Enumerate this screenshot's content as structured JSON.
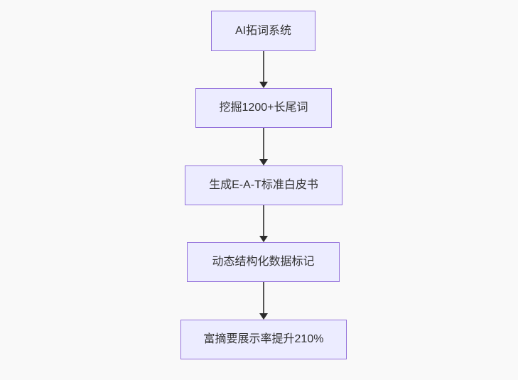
{
  "flowchart": {
    "type": "flowchart",
    "direction": "top-down",
    "nodes": [
      {
        "id": "A",
        "label": "AI拓词系统"
      },
      {
        "id": "B",
        "label": "挖掘1200+长尾词"
      },
      {
        "id": "C",
        "label": "生成E-A-T标准白皮书"
      },
      {
        "id": "D",
        "label": "动态结构化数据标记"
      },
      {
        "id": "E",
        "label": "富摘要展示率提升210%"
      }
    ],
    "edges": [
      {
        "from": "A",
        "to": "B",
        "label": ""
      },
      {
        "from": "B",
        "to": "C",
        "label": ""
      },
      {
        "from": "C",
        "to": "D",
        "label": ""
      },
      {
        "from": "D",
        "to": "E",
        "label": ""
      }
    ]
  },
  "theme": {
    "background": "#f9f9f9",
    "node_fill": "#ECECFF",
    "node_border": "#9370DB",
    "node_text": "#333333",
    "edge_line": "#555555",
    "edge_arrowhead": "#2b2b2b"
  }
}
